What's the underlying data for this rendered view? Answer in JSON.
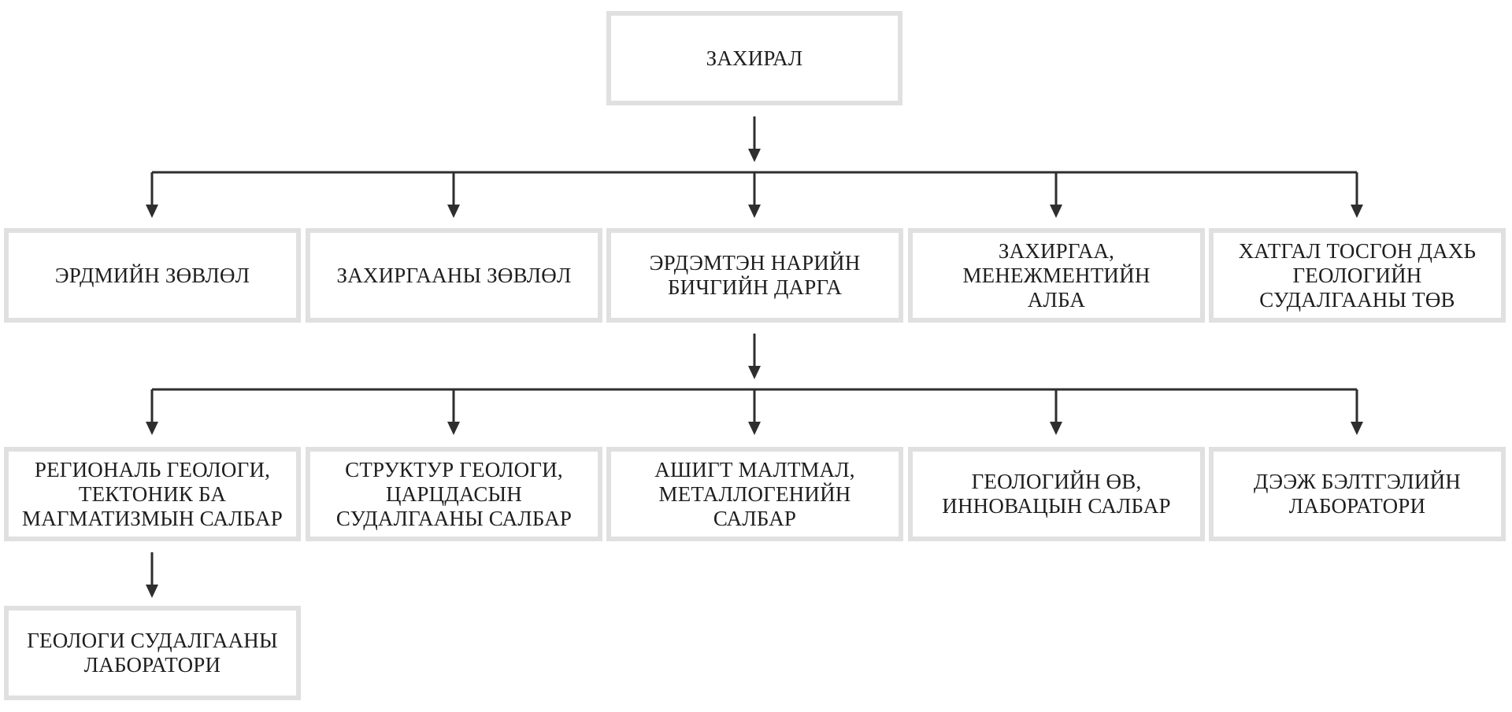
{
  "root": {
    "label": "ЗАХИРАЛ"
  },
  "level1": [
    {
      "label": "ЭРДМИЙН ЗӨВЛӨЛ"
    },
    {
      "label": "ЗАХИРГААНЫ ЗӨВЛӨЛ"
    },
    {
      "label": "ЭРДЭМТЭН НАРИЙН\nБИЧГИЙН ДАРГА"
    },
    {
      "label": "ЗАХИРГАА,\nМЕНЕЖМЕНТИЙН\nАЛБА"
    },
    {
      "label": "ХАТГАЛ ТОСГОН ДАХЬ\nГЕОЛОГИЙН\nСУДАЛГААНЫ ТӨВ"
    }
  ],
  "level2": [
    {
      "label": "РЕГИОНАЛЬ ГЕОЛОГИ,\nТЕКТОНИК БА\nМАГМАТИЗМЫН САЛБАР"
    },
    {
      "label": "СТРУКТУР ГЕОЛОГИ,\nЦАРЦДАСЫН\nСУДАЛГААНЫ САЛБАР"
    },
    {
      "label": "АШИГТ МАЛТМАЛ,\nМЕТАЛЛОГЕНИЙН\nСАЛБАР"
    },
    {
      "label": "ГЕОЛОГИЙН ӨВ,\nИННОВАЦЫН САЛБАР"
    },
    {
      "label": "ДЭЭЖ БЭЛТГЭЛИЙН\nЛАБОРАТОРИ"
    }
  ],
  "level3": [
    {
      "label": "ГЕОЛОГИ СУДАЛГААНЫ\nЛАБОРАТОРИ"
    }
  ],
  "colors": {
    "border": "#e0e0e0",
    "line": "#2e2e2e",
    "text": "#1e1e1e"
  }
}
